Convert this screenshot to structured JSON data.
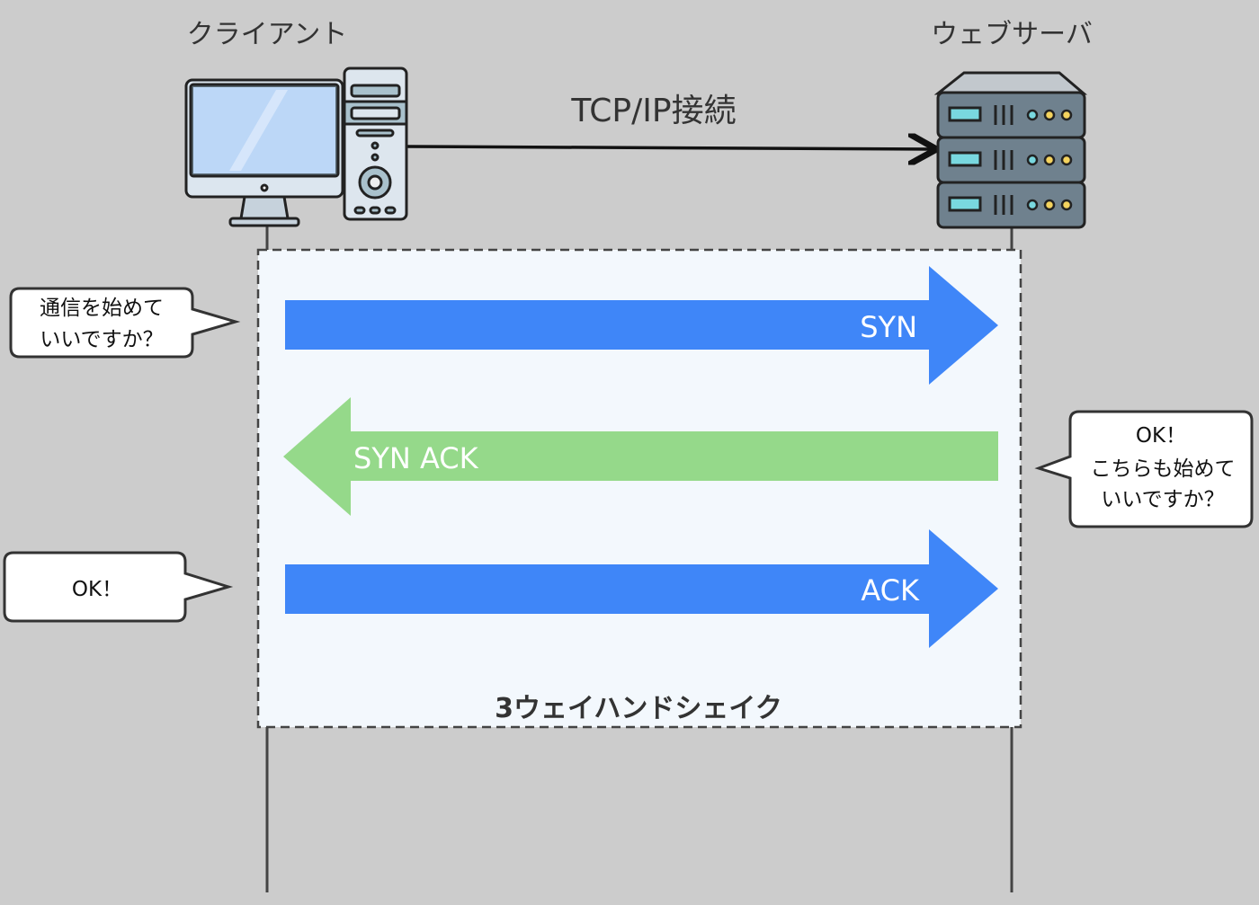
{
  "client_label": "クライアント",
  "server_label": "ウェブサーバ",
  "connection_label": "TCP/IP接続",
  "handshake_label": "3ウェイハンドシェイク",
  "arrows": {
    "syn": "SYN",
    "syn_ack": "SYN ACK",
    "ack": "ACK"
  },
  "bubbles": {
    "client_1": [
      "通信を始めて",
      "いいですか？"
    ],
    "server_1": [
      "OK！",
      "こちらも始めて",
      "いいですか？"
    ],
    "client_2": [
      "OK！"
    ]
  },
  "colors": {
    "background": "#cccccc",
    "box_fill": "#f3f8fd",
    "syn_arrow": "#3f86f8",
    "syn_ack_arrow": "#95d98a",
    "ack_arrow": "#3f86f8"
  },
  "icons": [
    "desktop-computer-icon",
    "server-rack-icon"
  ]
}
